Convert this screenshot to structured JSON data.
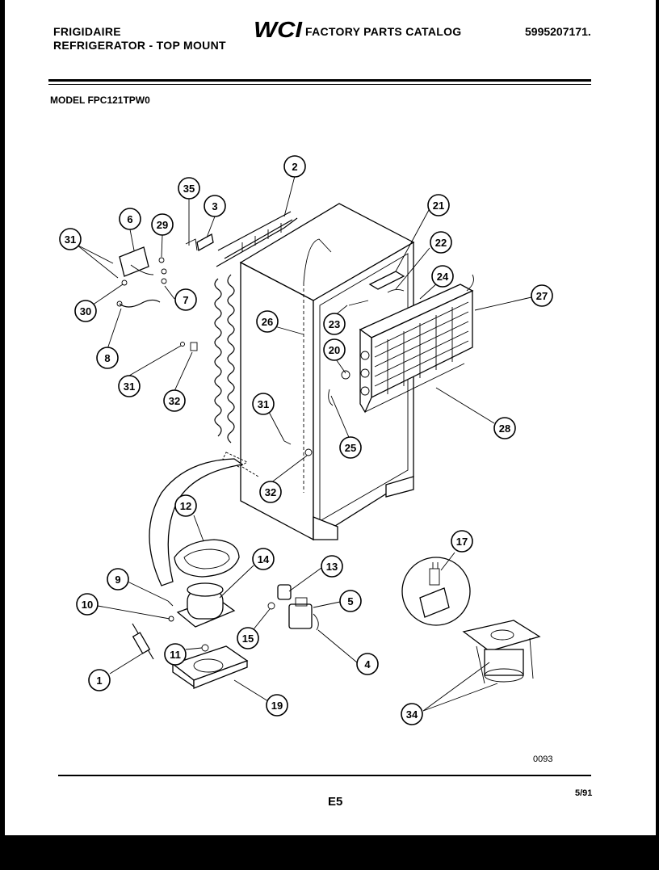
{
  "header": {
    "brand": "FRIGIDAIRE",
    "product": "REFRIGERATOR - TOP MOUNT",
    "logo_text": "WCI",
    "catalog": "FACTORY PARTS CATALOG",
    "part_number": "5995207171."
  },
  "model": "MODEL FPC121TPW0",
  "footer": {
    "drawing_code": "0093",
    "page": "E5",
    "date": "5/91"
  },
  "callouts": [
    "1",
    "2",
    "3",
    "4",
    "5",
    "6",
    "7",
    "8",
    "9",
    "10",
    "11",
    "12",
    "13",
    "14",
    "15",
    "17",
    "19",
    "20",
    "21",
    "22",
    "23",
    "24",
    "25",
    "26",
    "27",
    "28",
    "29",
    "30",
    "31",
    "32",
    "34",
    "35"
  ],
  "colors": {
    "ink": "#000000",
    "paper": "#ffffff"
  }
}
